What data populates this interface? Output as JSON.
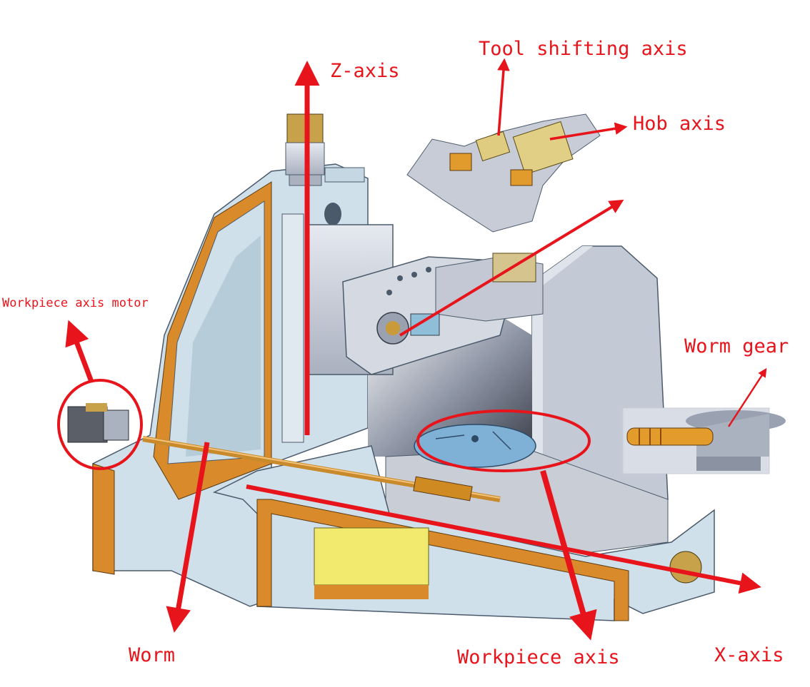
{
  "labels": {
    "tool_shifting_axis": "Tool shifting axis",
    "z_axis": "Z-axis",
    "hob_axis": "Hob axis",
    "workpiece_axis_motor": "Workpiece axis motor",
    "worm_gear": "Worm gear",
    "worm": "Worm",
    "workpiece_axis": "Workpiece axis",
    "x_axis": "X-axis"
  },
  "colors": {
    "annotation_red": "#e8141b",
    "frame_blue": "#cfe0ea",
    "casting_orange": "#d98a2b",
    "steel_gray": "#bcc3cf",
    "table_blue": "#7fb0d6",
    "base_yellow": "#f2ea6e"
  }
}
